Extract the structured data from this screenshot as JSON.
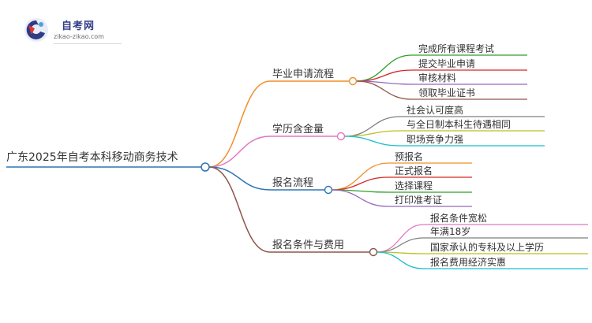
{
  "logo": {
    "title": "自考网",
    "url": "zikao-zikao.com"
  },
  "mindmap": {
    "root": "广东2025年自考本科移动商务技术",
    "colors": {
      "root": "#2e75b6",
      "b1": "#f28e2b",
      "b2": "#e377c2",
      "b3": "#2e75b6",
      "b4": "#8c564b",
      "green": "#2ca02c",
      "red": "#d62728",
      "purple": "#9467bd",
      "brown": "#8c564b",
      "gray": "#7f7f7f",
      "olive": "#bcbd22",
      "cyan": "#17becf",
      "orange": "#f28e2b",
      "pink": "#e377c2"
    },
    "branches": [
      {
        "label": "毕业申请流程",
        "color": "b1",
        "children": [
          {
            "label": "完成所有课程考试",
            "color": "green"
          },
          {
            "label": "提交毕业申请",
            "color": "red"
          },
          {
            "label": "审核材料",
            "color": "purple"
          },
          {
            "label": "领取毕业证书",
            "color": "brown"
          }
        ]
      },
      {
        "label": "学历含金量",
        "color": "b2",
        "children": [
          {
            "label": "社会认可度高",
            "color": "gray"
          },
          {
            "label": "与全日制本科生待遇相同",
            "color": "olive"
          },
          {
            "label": "职场竞争力强",
            "color": "cyan"
          }
        ]
      },
      {
        "label": "报名流程",
        "color": "b3",
        "children": [
          {
            "label": "预报名",
            "color": "orange"
          },
          {
            "label": "正式报名",
            "color": "red"
          },
          {
            "label": "选择课程",
            "color": "green"
          },
          {
            "label": "打印准考证",
            "color": "purple"
          }
        ]
      },
      {
        "label": "报名条件与费用",
        "color": "b4",
        "children": [
          {
            "label": "报名条件宽松",
            "color": "pink"
          },
          {
            "label": "年满18岁",
            "color": "gray"
          },
          {
            "label": "国家承认的专科及以上学历",
            "color": "olive"
          },
          {
            "label": "报名费用经济实惠",
            "color": "cyan"
          }
        ]
      }
    ]
  }
}
